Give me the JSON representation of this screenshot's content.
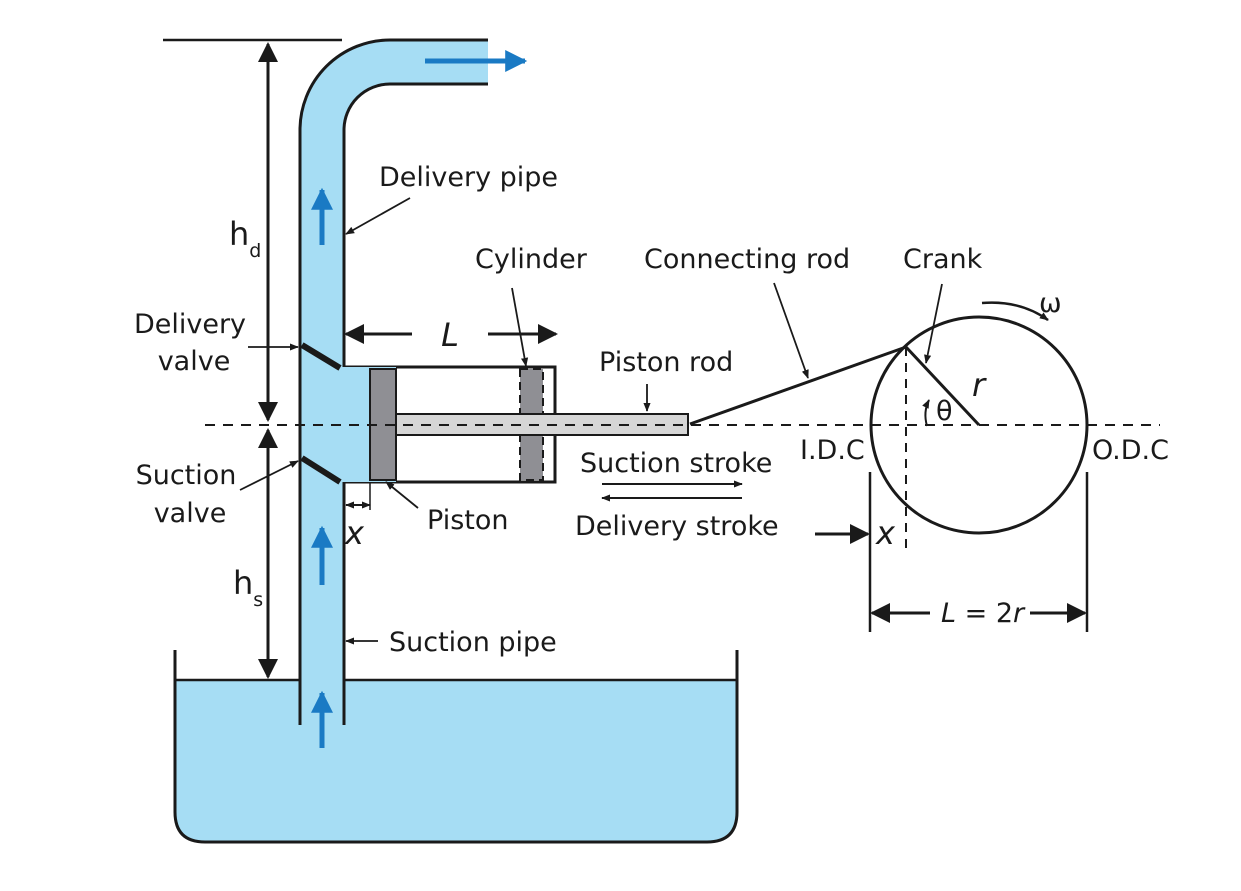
{
  "colors": {
    "water": "#a6ddf4",
    "flow_arrow": "#1a7ac4",
    "line": "#1a1a1a",
    "piston": "#8f8f94",
    "rod": "#d6d6d6"
  },
  "labels": {
    "delivery_pipe": "Delivery pipe",
    "suction_pipe": "Suction pipe",
    "delivery_valve_1": "Delivery",
    "delivery_valve_2": "valve",
    "suction_valve_1": "Suction",
    "suction_valve_2": "valve",
    "cylinder": "Cylinder",
    "connecting_rod": "Connecting rod",
    "crank": "Crank",
    "piston_rod": "Piston rod",
    "piston": "Piston",
    "suction_stroke": "Suction stroke",
    "delivery_stroke": "Delivery stroke",
    "idc": "I.D.C",
    "odc": "O.D.C"
  },
  "symbols": {
    "h": "h",
    "d": "d",
    "s": "s",
    "L": "L",
    "x": "x",
    "r": "r",
    "theta": "θ",
    "omega": "ω",
    "equals_2": " = 2",
    "stroke_r": "r"
  },
  "icons": {
    "flow": "arrow-icon",
    "dimension": "double-arrow-icon"
  }
}
